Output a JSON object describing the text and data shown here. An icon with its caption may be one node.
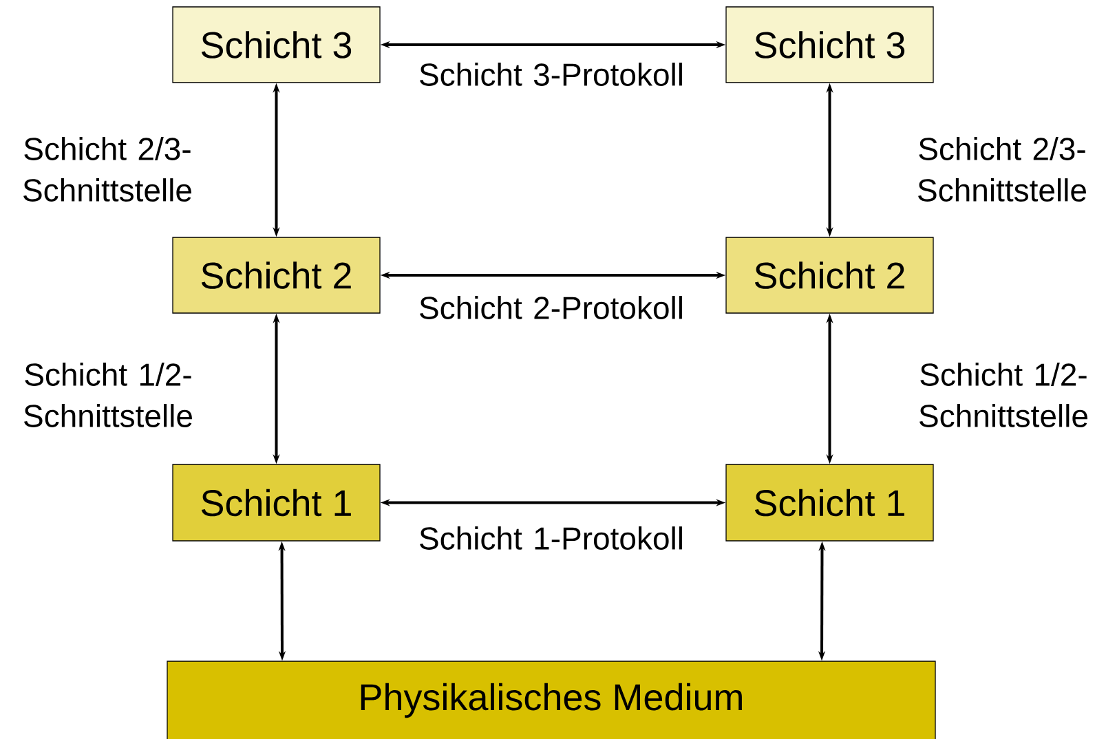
{
  "diagram": {
    "nodes": [
      {
        "text": [
          "Schicht 3"
        ]
      },
      {
        "text": [
          "Schicht 3"
        ]
      },
      {
        "text": [
          "Schicht 2"
        ]
      },
      {
        "text": [
          "Schicht 2"
        ]
      },
      {
        "text": [
          "Schicht 1"
        ]
      },
      {
        "text": [
          "Schicht 1"
        ]
      },
      {
        "text": [
          "Physikalisches Medium"
        ]
      }
    ],
    "edges": [
      {
        "from": 0,
        "to": 1,
        "arrow": "both",
        "label": "Schicht 3-Protokoll"
      },
      {
        "from": 0,
        "to": 2,
        "arrow": "both",
        "label": "Schicht 2/3-Schnittstelle"
      },
      {
        "from": 1,
        "to": 3,
        "arrow": "both",
        "label": "Schicht 2/3-Schnittstelle"
      },
      {
        "from": 2,
        "to": 3,
        "arrow": "both",
        "label": "Schicht 2-Protokoll"
      },
      {
        "from": 2,
        "to": 4,
        "arrow": "both",
        "label": "Schicht 1/2-Schnittstelle"
      },
      {
        "from": 3,
        "to": 5,
        "arrow": "both",
        "label": "Schicht 1/2-Schnittstelle"
      },
      {
        "from": 4,
        "to": 5,
        "arrow": "both",
        "label": "Schicht 1-Protokoll"
      },
      {
        "from": 4,
        "to": 6,
        "arrow": "both"
      },
      {
        "from": 5,
        "to": 6,
        "arrow": "both"
      }
    ]
  }
}
